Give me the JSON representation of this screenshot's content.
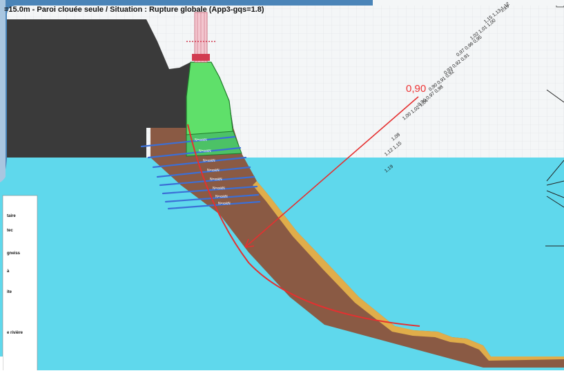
{
  "header": {
    "title": "=15.0m - Paroi clouée seule / Situation : Rupture globale (App3-gqs=1.8)"
  },
  "legend": {
    "items": [
      "taire",
      "tec",
      "gneiss",
      "à",
      "ite",
      "e rivière"
    ]
  },
  "slip_surface": {
    "min_factor": "0,90",
    "factor_labels": [
      "1,19",
      "1,15 1,13 1,12",
      "1,02 1,01 1,00",
      "0,97 0,96 0,95",
      "0,93 0,92 0,91",
      "0,90 0,91 0,92",
      "0,96 0,97 0,98",
      "1,00 1,02 1,04",
      "1,08",
      "1,12 1,15",
      "1,19"
    ]
  },
  "anchors": {
    "labels": [
      "N=xxkN",
      "N=xxkN",
      "N=xxkN",
      "N=xxkN",
      "N=xxkN",
      "N=xxkN",
      "N=xxkN",
      "N=xxkN"
    ]
  },
  "colors": {
    "water": "#5fd8ec",
    "rock": "#3a3a3a",
    "soil": "#8a5a44",
    "sand": "#e0ad4a",
    "wall": "#5fe06a",
    "slip": "#e53030",
    "nail": "#3b6fd6",
    "frame": "#4a84b8",
    "grid": "#e8eaec"
  }
}
